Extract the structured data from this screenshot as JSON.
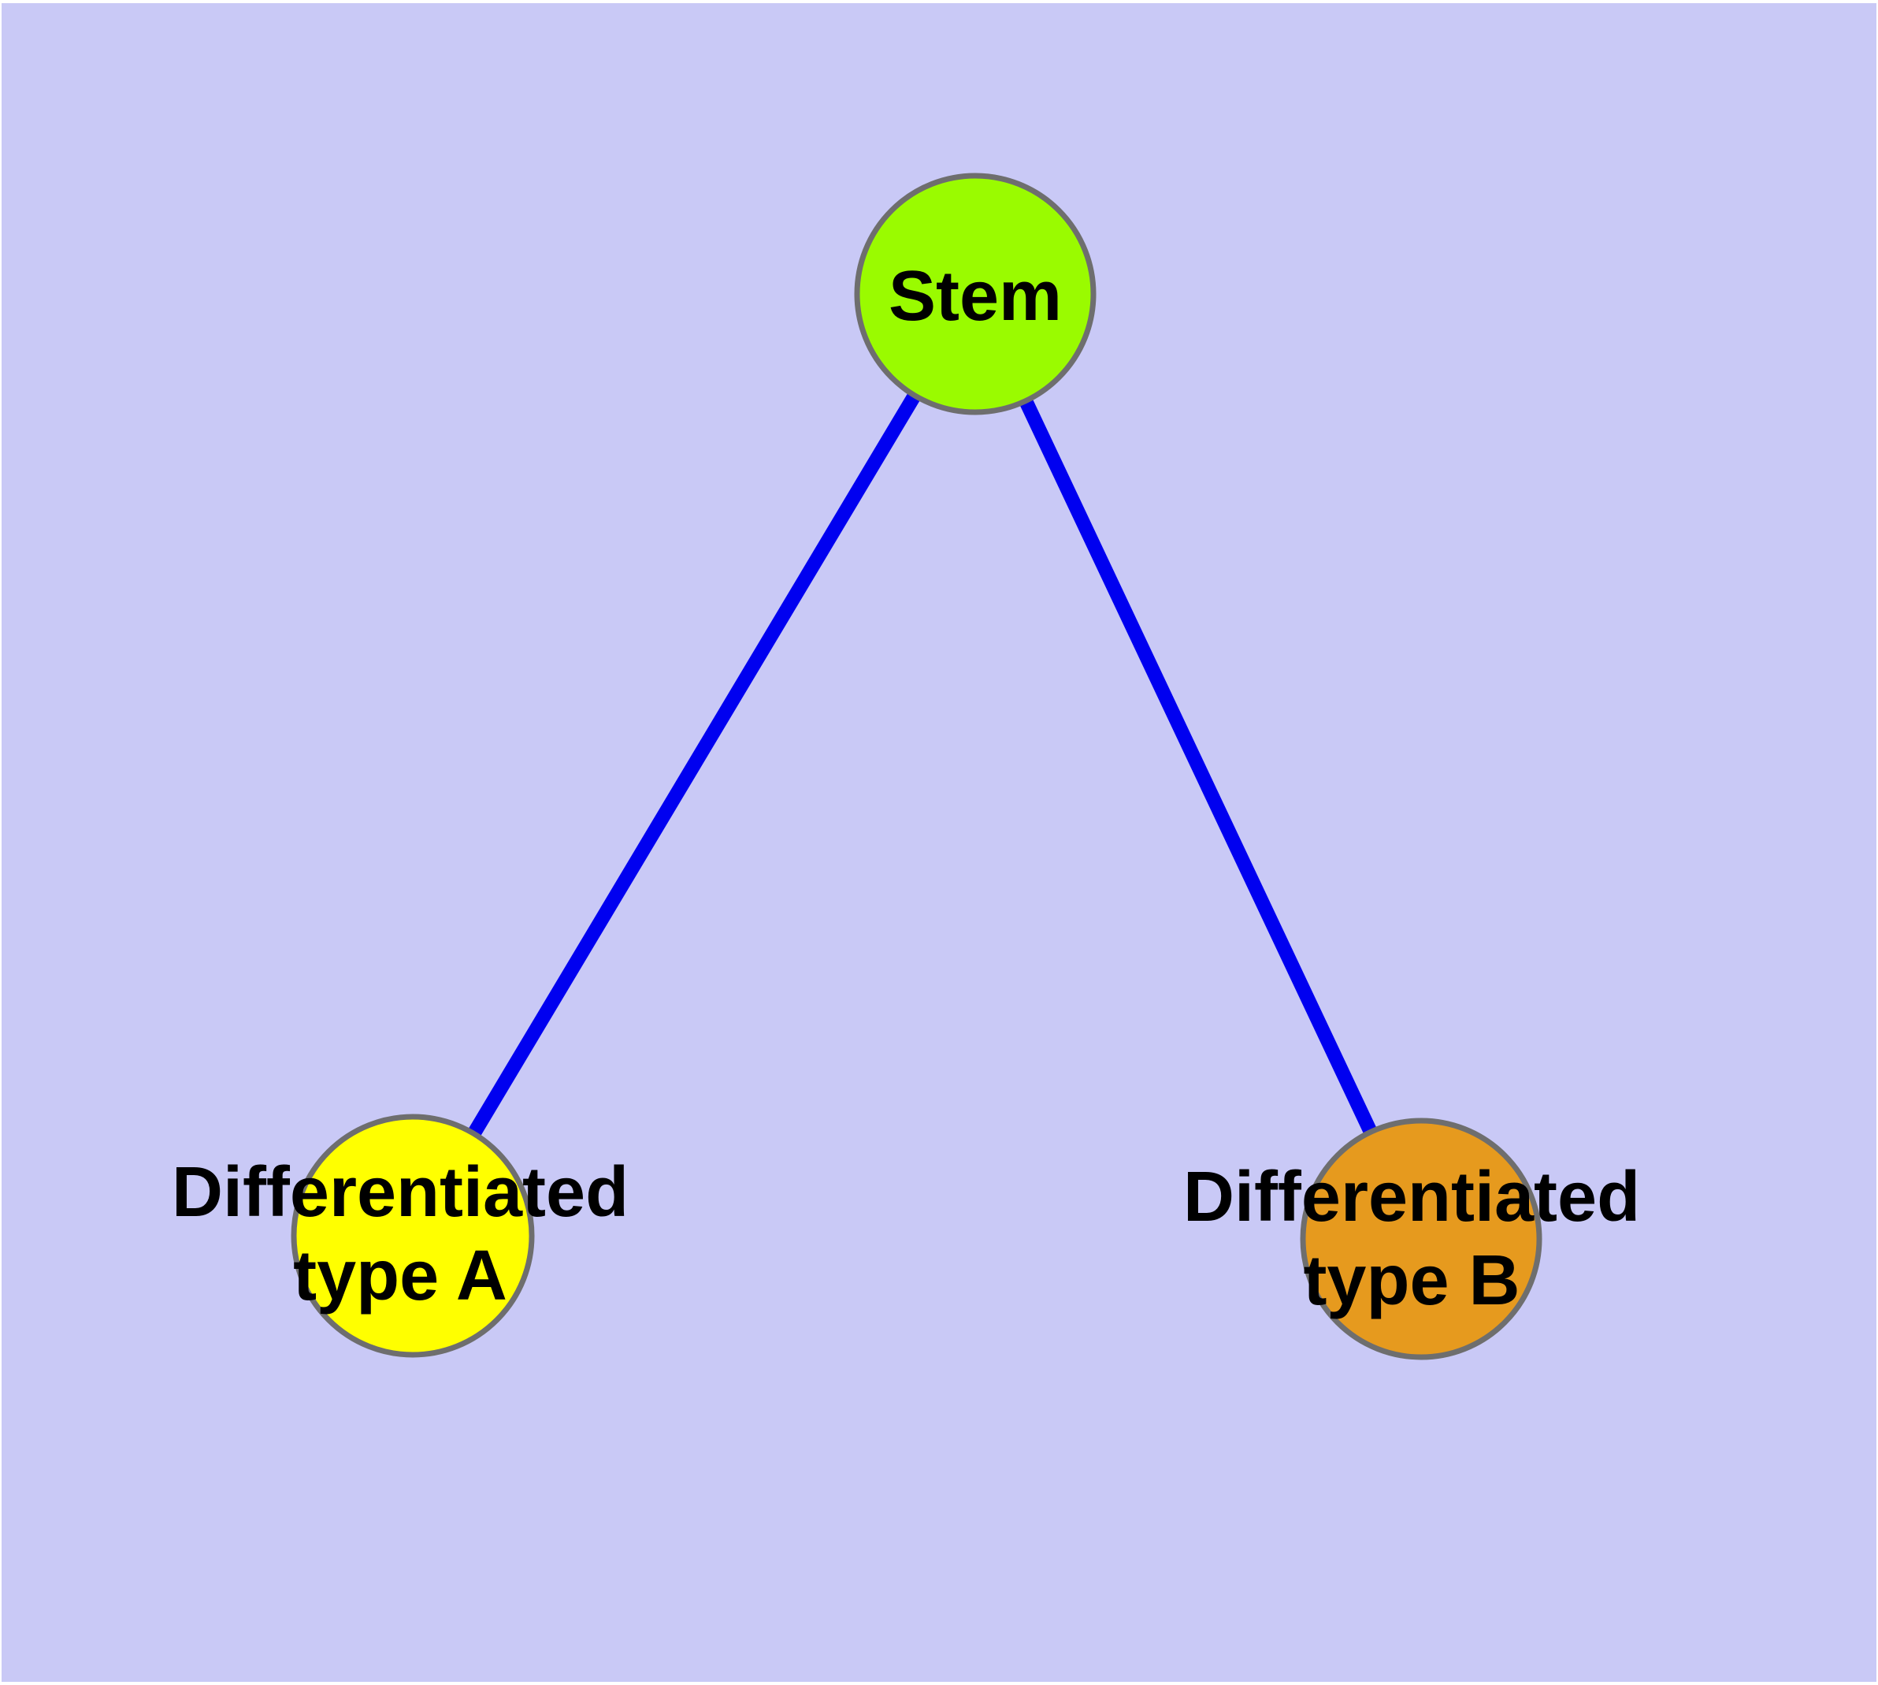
{
  "diagram": {
    "type": "node-link-graph",
    "background_color": "#C9C9F6",
    "frame_color": "#FFFFFF",
    "edge_color": "#0000F0",
    "node_border_color": "#6E6E6E",
    "label_color": "#000000",
    "nodes": [
      {
        "id": "stem",
        "label": "Stem",
        "color": "#9AFB00",
        "shape": "circle"
      },
      {
        "id": "type-a",
        "label": "Differentiated\ntype A",
        "color": "#FFFF00",
        "shape": "circle"
      },
      {
        "id": "type-b",
        "label": "Differentiated\ntype B",
        "color": "#E69A1E",
        "shape": "circle"
      }
    ],
    "edges": [
      {
        "from": "Stem",
        "to": "Differentiated type A"
      },
      {
        "from": "Stem",
        "to": "Differentiated type B"
      }
    ]
  }
}
